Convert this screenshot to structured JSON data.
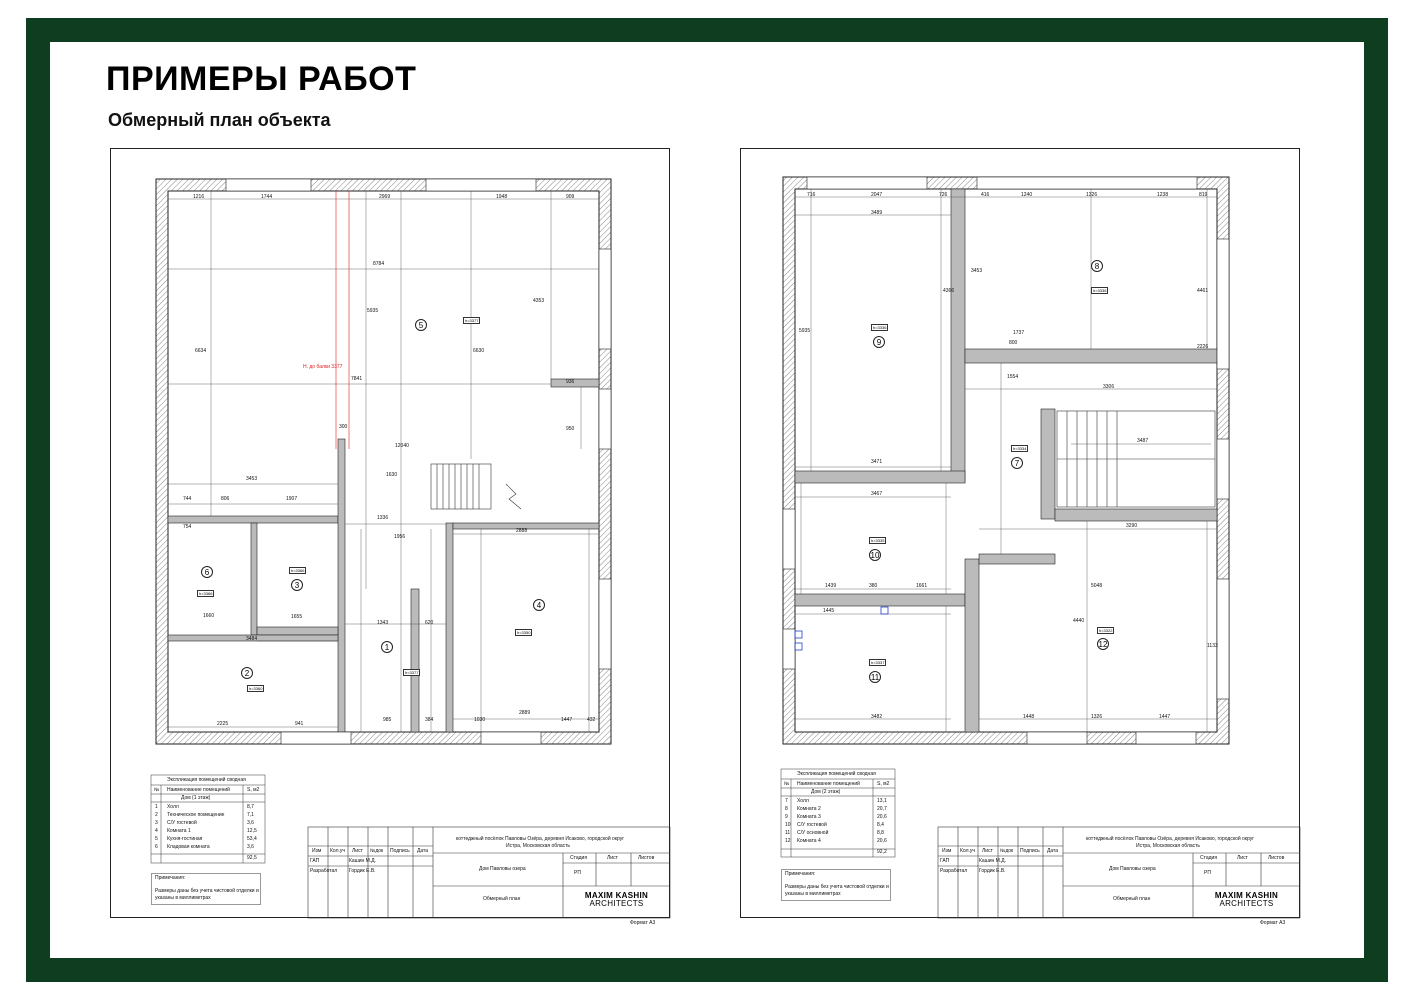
{
  "header": {
    "title": "ПРИМЕРЫ РАБОТ",
    "subtitle": "Обмерный план объекта"
  },
  "sheets": [
    {
      "format": "Формат А3",
      "rooms": [
        {
          "no": "1",
          "tag": "h=3377"
        },
        {
          "no": "2",
          "tag": "h=3360"
        },
        {
          "no": "3",
          "tag": "h=3366"
        },
        {
          "no": "4",
          "tag": "h=3350"
        },
        {
          "no": "5",
          "tag": "h=3377"
        },
        {
          "no": "6",
          "tag": "h=3366"
        }
      ],
      "red_note": "Н. до балки 3377",
      "explication": {
        "title": "Экспликация помещений сводная",
        "headers": [
          "№",
          "Наименование помещений",
          "S, м2"
        ],
        "group": "Дом (1 этаж)",
        "rows": [
          [
            "1",
            "Холл",
            "8,7"
          ],
          [
            "2",
            "Техническое помещение",
            "7,1"
          ],
          [
            "3",
            "С/У гостевой",
            "3,6"
          ],
          [
            "4",
            "Комната 1",
            "12,5"
          ],
          [
            "5",
            "Кухня-гостиная",
            "53,4"
          ],
          [
            "6",
            "Кладовая комната",
            "3,6"
          ]
        ],
        "total": "92,5"
      },
      "notes": {
        "title": "Примечания:",
        "text1": "Размеры даны без учета чистовой отделки и",
        "text2": "указаны в миллиметрах"
      }
    },
    {
      "format": "Формат А3",
      "rooms": [
        {
          "no": "7",
          "tag": "h=3334"
        },
        {
          "no": "8",
          "tag": "h=3336"
        },
        {
          "no": "9",
          "tag": "h=3336"
        },
        {
          "no": "10",
          "tag": "h=3335"
        },
        {
          "no": "11",
          "tag": "h=3337"
        },
        {
          "no": "12",
          "tag": "h=3322"
        }
      ],
      "explication": {
        "title": "Экспликация помещений сводная",
        "headers": [
          "№",
          "Наименование помещений",
          "S, м2"
        ],
        "group": "Дом (2 этаж)",
        "rows": [
          [
            "7",
            "Холл",
            "13,1"
          ],
          [
            "8",
            "Комната 2",
            "20,7"
          ],
          [
            "9",
            "Комната 3",
            "20,6"
          ],
          [
            "10",
            "С/У гостевой",
            "8,4"
          ],
          [
            "11",
            "С/У основной",
            "8,8"
          ],
          [
            "12",
            "Комната 4",
            "20,6"
          ]
        ],
        "total": "92,2"
      },
      "notes": {
        "title": "Примечания:",
        "text1": "Размеры даны без учета чистовой отделки и",
        "text2": "указаны в миллиметрах"
      }
    }
  ],
  "stamp": {
    "cols": [
      "Изм",
      "Кол.уч",
      "Лист",
      "№док",
      "Подпись",
      "Дата"
    ],
    "gap_label": "ГАП",
    "gap_name": "Кашин М.Д.",
    "dev_label": "Разработал",
    "dev_name": "Гордик Е.В.",
    "address1": "коттеджный посёлок Павловы Озёра, деревня Исаково, городской округ",
    "address2": "Истра, Московская область",
    "stage_label": "Стадия",
    "sheet_label": "Лист",
    "sheets_label": "Листов",
    "stage": "РП",
    "object": "Дом Павловы озера",
    "drawing": "Обмерный план",
    "brand1": "MAXIM KASHIN",
    "brand2": "ARCHITECTS"
  },
  "dims_left": [
    "1216",
    "1744",
    "2969",
    "1948",
    "909",
    "8784",
    "7841",
    "3453",
    "744",
    "806",
    "1907",
    "754",
    "1660",
    "1655",
    "3484",
    "2225",
    "941",
    "985",
    "384",
    "1030",
    "2889",
    "1447",
    "432",
    "2888",
    "1630",
    "1336",
    "1956",
    "1343",
    "620",
    "6634",
    "5935",
    "6630",
    "4353",
    "12040",
    "300",
    "950",
    "936"
  ],
  "dims_right": [
    "716",
    "2047",
    "726",
    "416",
    "1240",
    "1326",
    "1238",
    "819",
    "3489",
    "5935",
    "4366",
    "3453",
    "4461",
    "3306",
    "3487",
    "3471",
    "3467",
    "1439",
    "380",
    "1661",
    "1445",
    "3482",
    "3290",
    "5048",
    "1448",
    "1326",
    "1447",
    "1737",
    "800",
    "1554",
    "4440",
    "2226",
    "1133"
  ]
}
